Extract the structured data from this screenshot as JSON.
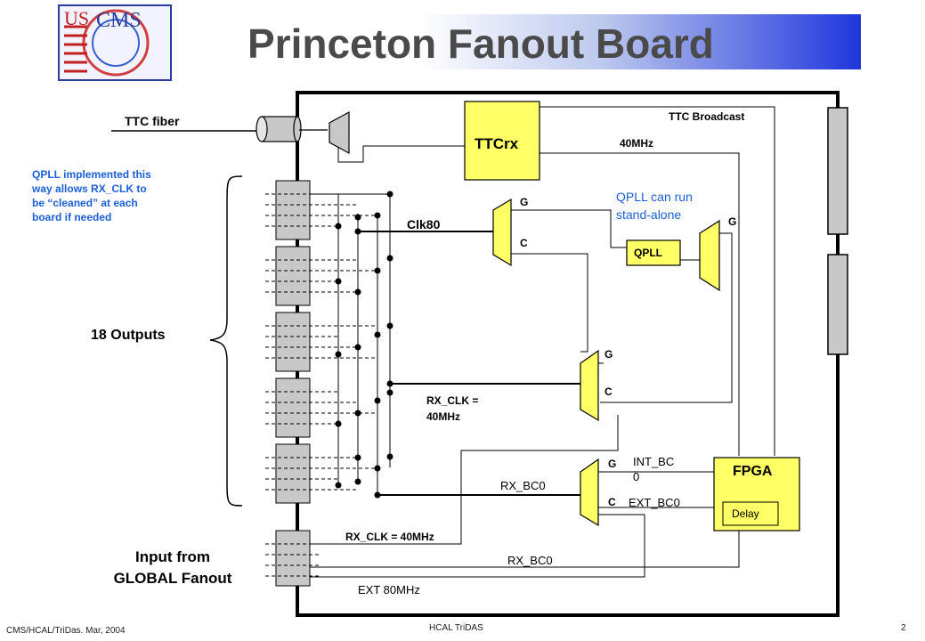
{
  "title": "Princeton Fanout Board",
  "logo": {
    "text_us": "US",
    "text_cms": "CMS"
  },
  "labels": {
    "ttc_fiber": "TTC fiber",
    "ttcrx": "TTCrx",
    "ttc_broadcast": "TTC Broadcast",
    "mhz40": "40MHz",
    "qpll_note": [
      "QPLL implemented this",
      "way allows RX_CLK to",
      "be “cleaned” at each",
      "board if needed"
    ],
    "qpll_standalone": [
      "QPLL can run",
      "stand-alone"
    ],
    "clk80": "Clk80",
    "qpll": "QPLL",
    "outputs": "18 Outputs",
    "rx_clk_40": [
      "RX_CLK =",
      "40MHz"
    ],
    "rx_bc0": "RX_BC0",
    "int_bc0": [
      "INT_BC",
      "0"
    ],
    "ext_bc0": "EXT_BC0",
    "fpga": "FPGA",
    "delay": "Delay",
    "rx_clk_40_bottom": "RX_CLK = 40MHz",
    "rx_bc0_bottom": "RX_BC0",
    "ext_80mhz": "EXT 80MHz",
    "input_from": [
      "Input from",
      "GLOBAL Fanout"
    ],
    "g": "G",
    "c": "C"
  },
  "footer": {
    "left": "CMS/HCAL/TriDas. Mar, 2004",
    "center": "HCAL TriDAS",
    "page": "2"
  },
  "colors": {
    "mux_yellow": "#ffff66",
    "block_yellow": "#ffff66",
    "connector_gray": "#c8c8c8",
    "label_blue": "#1c5fd6"
  }
}
